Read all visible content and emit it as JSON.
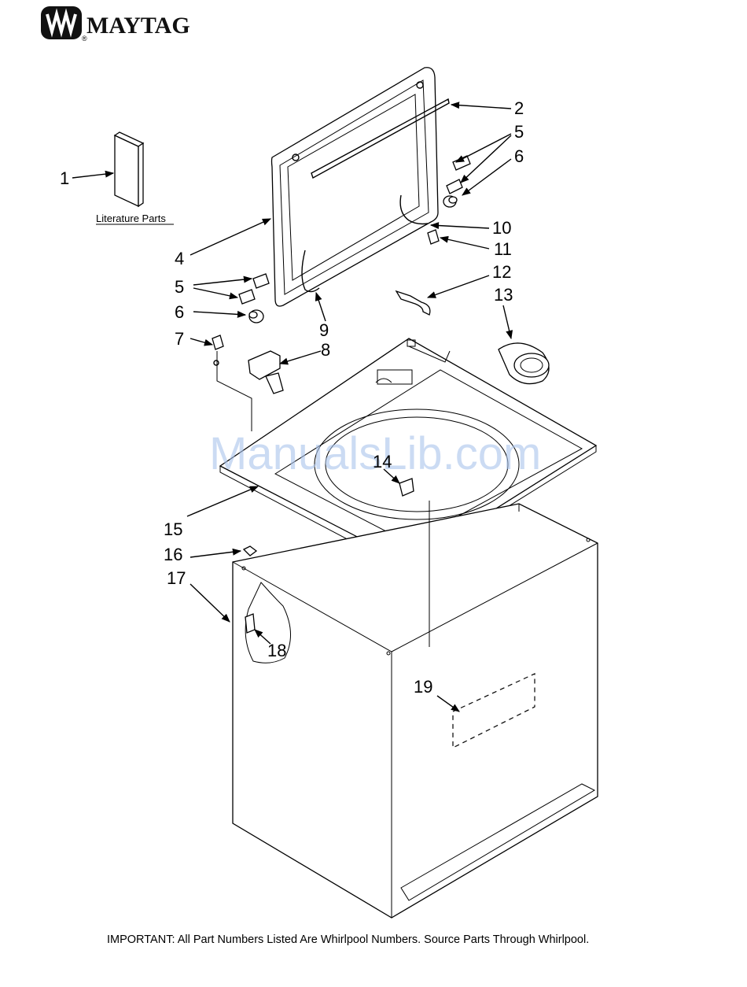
{
  "brand": {
    "name": "MAYTAG",
    "registered": "®"
  },
  "literature_label": "Literature Parts",
  "callouts": {
    "n1": "1",
    "n2": "2",
    "n4": "4",
    "n5a": "5",
    "n5b": "5",
    "n6a": "6",
    "n6b": "6",
    "n7": "7",
    "n8": "8",
    "n9": "9",
    "n10": "10",
    "n11": "11",
    "n12": "12",
    "n13": "13",
    "n14": "14",
    "n15": "15",
    "n16": "16",
    "n17": "17",
    "n18": "18",
    "n19": "19"
  },
  "watermark": "ManualsLib.com",
  "footer": "IMPORTANT: All Part Numbers Listed Are Whirlpool Numbers. Source Parts Through Whirlpool."
}
